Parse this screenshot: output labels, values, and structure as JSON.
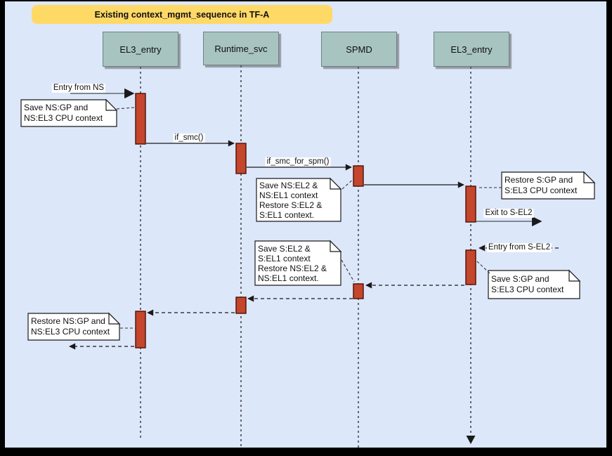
{
  "title": "Existing context_mgmt_sequence in TF-A",
  "colors": {
    "background": "#dde7fa",
    "banner": "#ffd966",
    "actor_fill": "#a7c4c1",
    "activation_fill": "#c4462d",
    "note_fill": "#ffffff"
  },
  "actors": [
    {
      "label": "EL3_entry"
    },
    {
      "label": "Runtime_svc"
    },
    {
      "label": "SPMD"
    },
    {
      "label": "EL3_entry"
    }
  ],
  "messages": [
    {
      "label": "Entry from NS",
      "type": "solid"
    },
    {
      "label": "if_smc()",
      "type": "solid"
    },
    {
      "label": "if_smc_for_spm()",
      "type": "solid"
    },
    {
      "label": "",
      "type": "solid"
    },
    {
      "label": "Exit to S-EL2",
      "type": "solid"
    },
    {
      "label": "Entry from S-EL2",
      "type": "dashed"
    },
    {
      "label": "",
      "type": "dashed"
    },
    {
      "label": "",
      "type": "dashed"
    },
    {
      "label": "",
      "type": "dashed"
    },
    {
      "label": "",
      "type": "dashed"
    }
  ],
  "notes": [
    {
      "lines": [
        "Save NS:GP and",
        "NS:EL3 CPU context"
      ]
    },
    {
      "lines": [
        "Save NS:EL2 &",
        "NS:EL1 context",
        "Restore S:EL2 &",
        "S:EL1 context."
      ]
    },
    {
      "lines": [
        "Restore S:GP and",
        "S:EL3 CPU context"
      ]
    },
    {
      "lines": [
        "Save S:EL2 &",
        "S:EL1 context",
        "Restore NS:EL2 &",
        "NS:EL1 context."
      ]
    },
    {
      "lines": [
        "Save S:GP and",
        "S:EL3 CPU context"
      ]
    },
    {
      "lines": [
        "Restore NS:GP and",
        "NS:EL3 CPU context"
      ]
    }
  ]
}
